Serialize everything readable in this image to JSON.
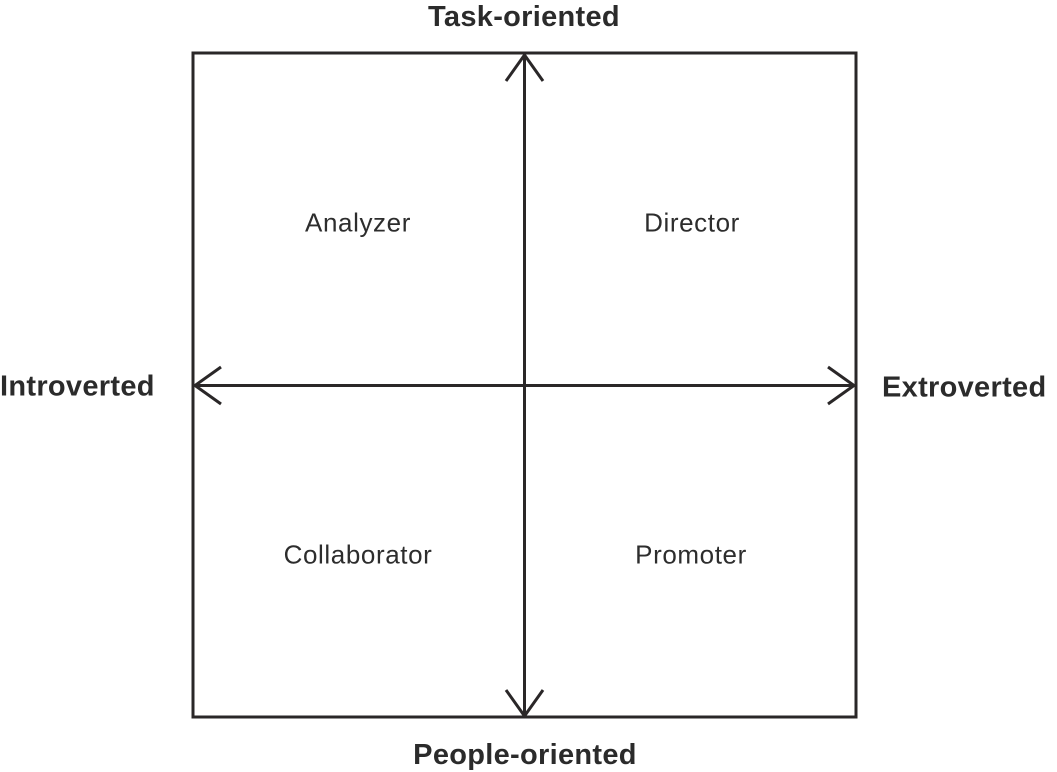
{
  "matrix": {
    "axis_labels": {
      "top": "Task-oriented",
      "bottom": "People-oriented",
      "left": "Introverted",
      "right": "Extroverted"
    },
    "quadrants": {
      "top_left": "Analyzer",
      "top_right": "Director",
      "bottom_left": "Collaborator",
      "bottom_right": "Promoter"
    },
    "colors": {
      "line": "#2a2728",
      "text": "#2b2b2b",
      "background": "#ffffff"
    }
  }
}
